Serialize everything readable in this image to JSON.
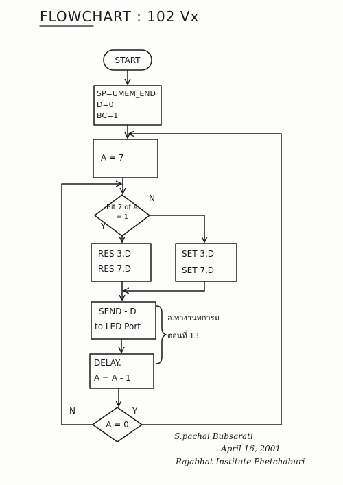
{
  "title": "FLOWCHART  :  102 Vx",
  "nodes": {
    "start": "START",
    "init": [
      "SP=UMEM_END",
      "D=0",
      "BC=1"
    ],
    "assign": "A = 7",
    "decision_bit": [
      "Bit 7 of A",
      "= 1"
    ],
    "res": [
      "RES 3,D",
      "RES 7,D"
    ],
    "set": [
      "SET 3,D",
      "SET 7,D"
    ],
    "send": [
      "SEND - D",
      "to LED Port"
    ],
    "delay": [
      "DELAY.",
      "A = A - 1"
    ],
    "decision_zero": "A = 0"
  },
  "edge_labels": {
    "bit_no": "N",
    "bit_yes": "Y",
    "zero_no": "N",
    "zero_yes": "Y"
  },
  "annotation": [
    "อ.ทางานทการม",
    "ตอนที่ 13"
  ],
  "signature": {
    "name": "S.pachai Bubsarati",
    "date": "April 16, 2001",
    "institute": "Rajabhat Institute Phetchaburi"
  }
}
